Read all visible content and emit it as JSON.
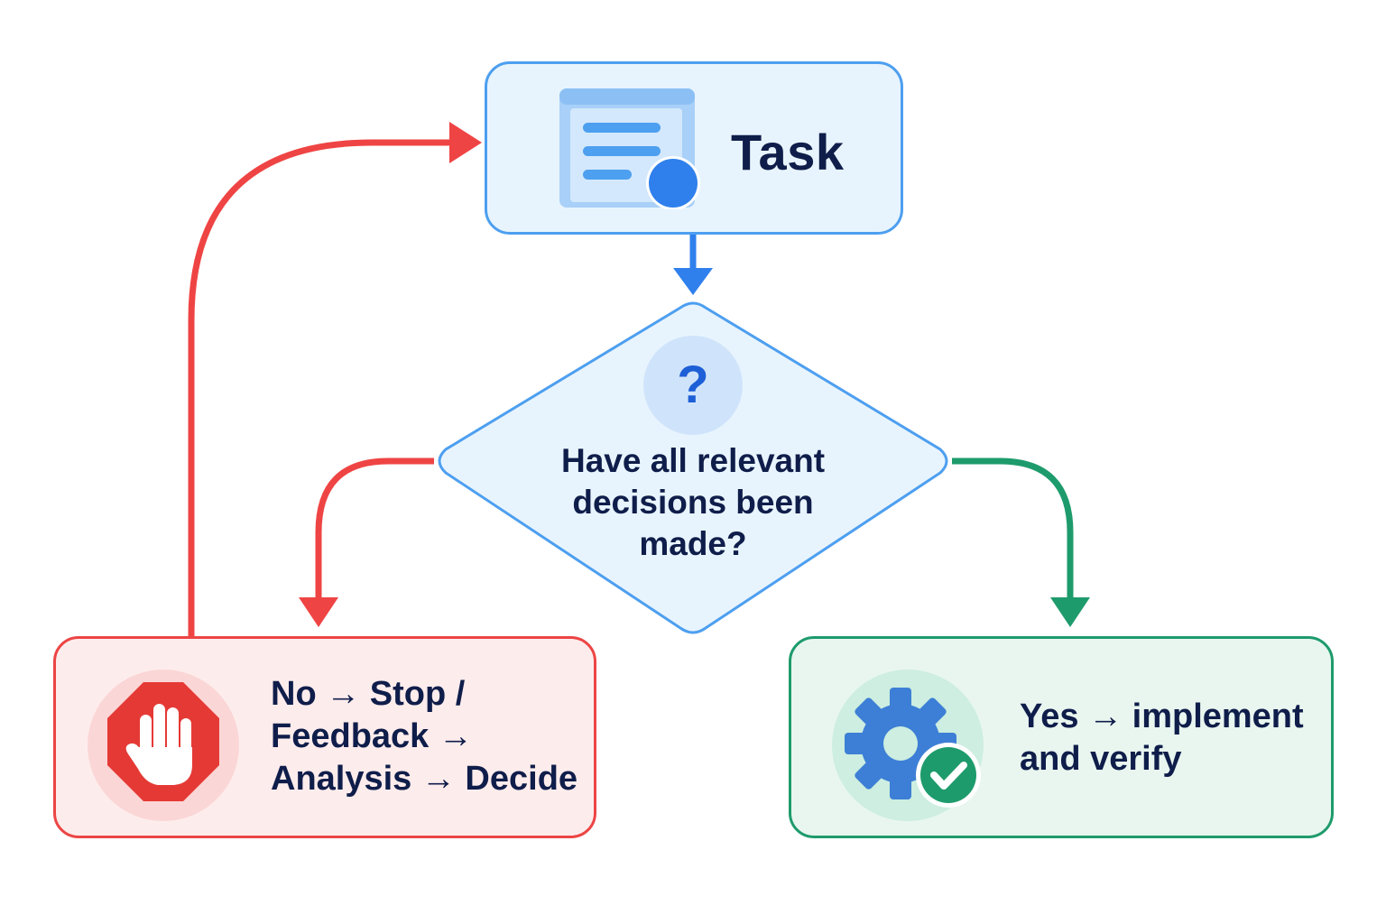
{
  "task": {
    "label": "Task",
    "icon": "task-list-icon"
  },
  "decision": {
    "lines": [
      "Have all relevant",
      "decisions been",
      "made?"
    ],
    "icon_text": "?",
    "icon": "question-icon"
  },
  "no_branch": {
    "lines": [
      "No → Stop /",
      "Feedback →",
      "Analysis → Decide"
    ],
    "icon": "stop-hand-icon"
  },
  "yes_branch": {
    "lines": [
      "Yes → implement",
      "and verify"
    ],
    "icon": "gear-check-icon"
  },
  "colors": {
    "blue_accent": "#2f80ed",
    "blue_border": "#4d9ff0",
    "red_accent": "#ec4545",
    "green_accent": "#1e9b6c",
    "text_dark": "#0f1d4a"
  }
}
